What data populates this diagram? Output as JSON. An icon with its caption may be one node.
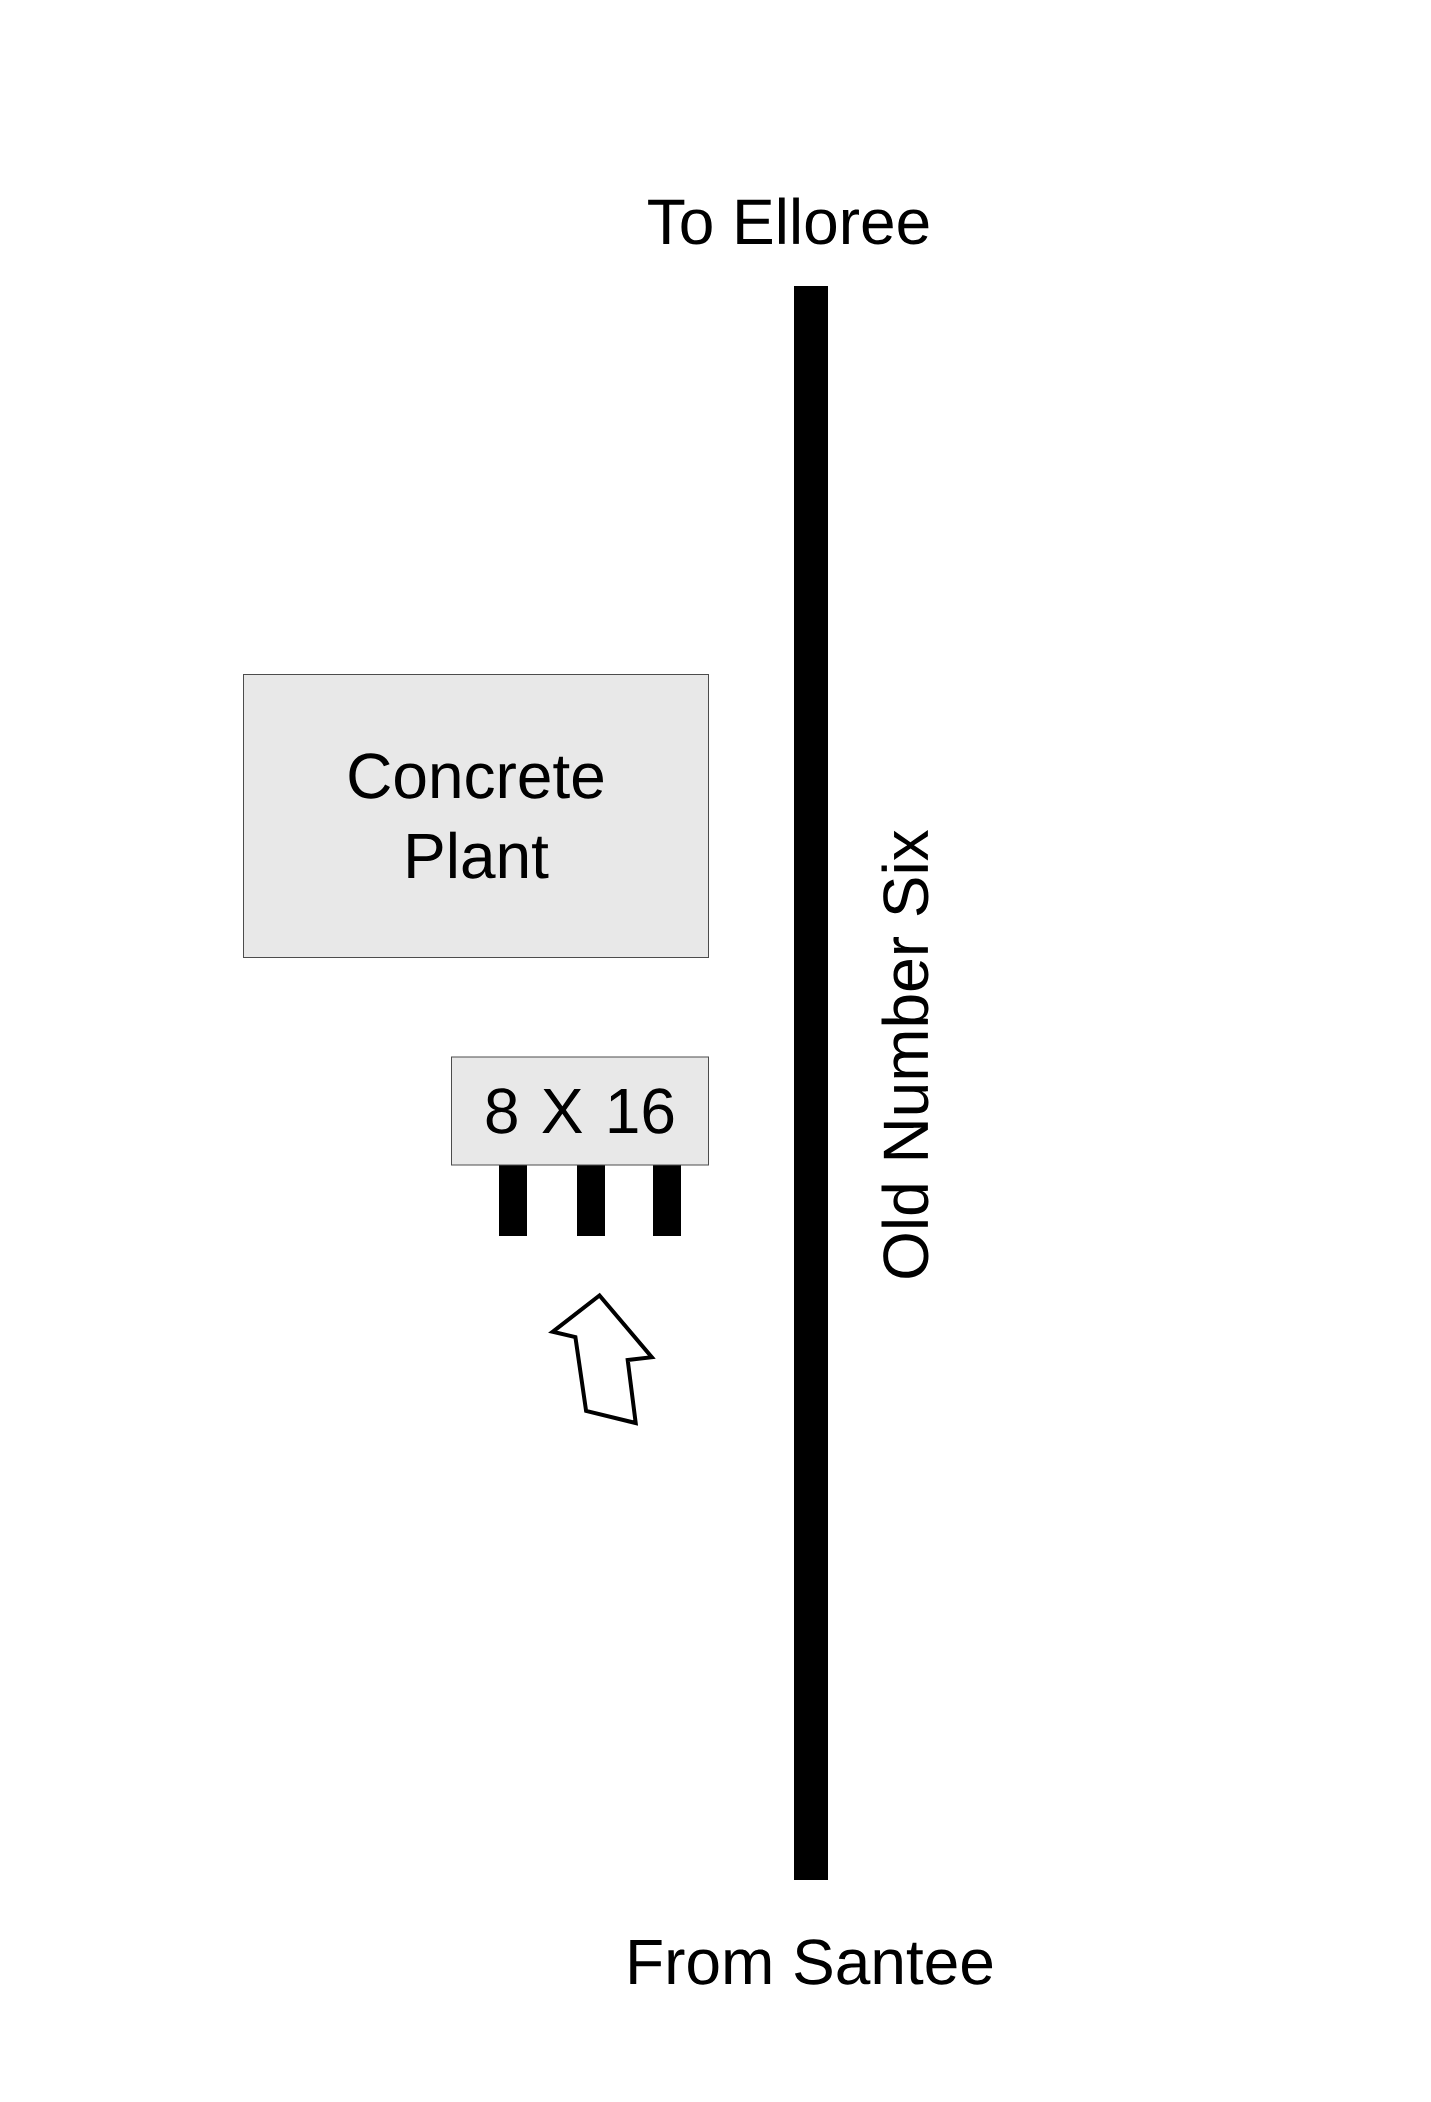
{
  "diagram": {
    "nodes": [
      {
        "text": [
          "Concrete Plant"
        ]
      },
      {
        "text": [
          "8 X 16"
        ]
      }
    ],
    "labels": [
      "To Elloree",
      "Old Number Six",
      "From Santee"
    ]
  }
}
